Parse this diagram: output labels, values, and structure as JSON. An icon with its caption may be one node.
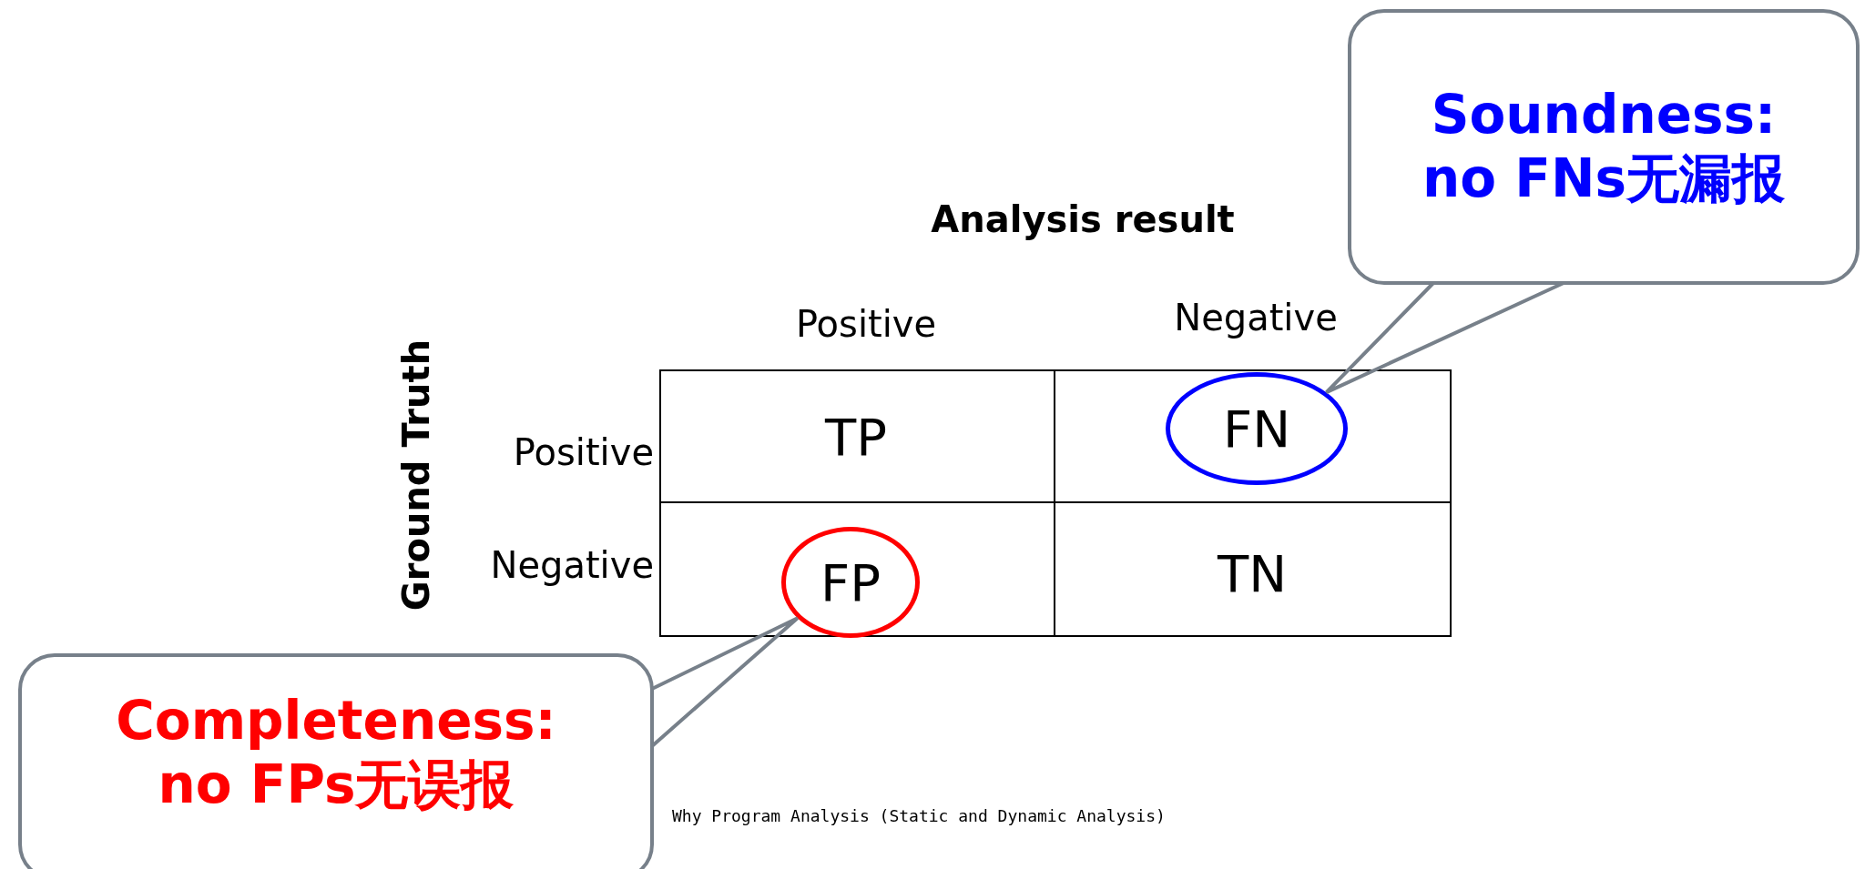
{
  "diagram": {
    "nodes": [
      {
        "text": [
          "Soundness: no FNs无漏报"
        ]
      },
      {
        "text": [
          "FN"
        ]
      },
      {
        "text": [
          "FP"
        ]
      },
      {
        "text": [
          "Completeness: no FPs无误报"
        ]
      }
    ],
    "edges": [
      {
        "from": 0,
        "to": 1,
        "arrow": "none"
      },
      {
        "from": 3,
        "to": 2,
        "arrow": "none"
      }
    ],
    "labels": [
      "Analysis result",
      "Positive",
      "Negative",
      "Ground Truth",
      "Positive",
      "TP",
      "Negative",
      "TN",
      "Why Program Analysis (Static and Dynamic Analysis)"
    ]
  }
}
